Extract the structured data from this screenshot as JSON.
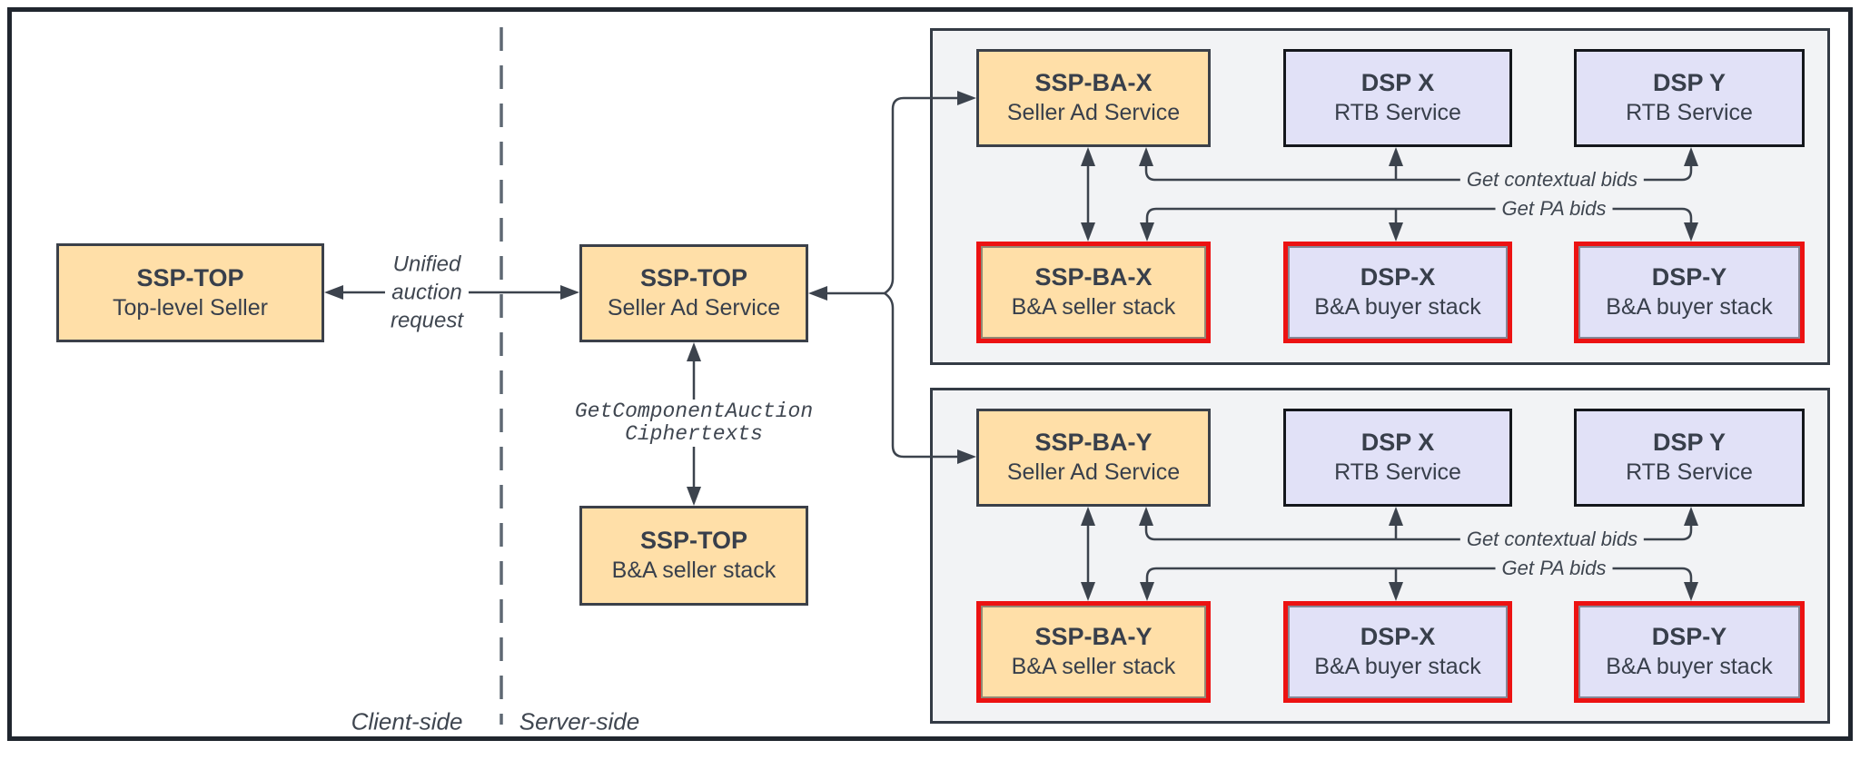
{
  "diagram": {
    "regions": {
      "client": "Client-side",
      "server": "Server-side"
    },
    "nodes": {
      "ssp_top_seller": {
        "title": "SSP-TOP",
        "subtitle": "Top-level Seller"
      },
      "ssp_top_ad_service": {
        "title": "SSP-TOP",
        "subtitle": "Seller Ad Service"
      },
      "ssp_top_ba_stack": {
        "title": "SSP-TOP",
        "subtitle": "B&A seller stack"
      }
    },
    "edge_labels": {
      "unified": {
        "line1": "Unified",
        "line2": "auction",
        "line3": "request"
      },
      "get_component_auction": {
        "line1": "GetComponentAuction",
        "line2": "Ciphertexts"
      }
    },
    "groups": [
      {
        "id": "ssp-ba-x",
        "nodes": [
          {
            "title": "SSP-BA-X",
            "subtitle": "Seller Ad Service"
          },
          {
            "title": "DSP X",
            "subtitle": "RTB Service"
          },
          {
            "title": "DSP Y",
            "subtitle": "RTB Service"
          },
          {
            "title": "SSP-BA-X",
            "subtitle": "B&A seller stack"
          },
          {
            "title": "DSP-X",
            "subtitle": "B&A buyer stack"
          },
          {
            "title": "DSP-Y",
            "subtitle": "B&A buyer stack"
          }
        ],
        "labels": {
          "contextual": "Get contextual bids",
          "pa": "Get PA bids"
        }
      },
      {
        "id": "ssp-ba-y",
        "nodes": [
          {
            "title": "SSP-BA-Y",
            "subtitle": "Seller Ad Service"
          },
          {
            "title": "DSP X",
            "subtitle": "RTB Service"
          },
          {
            "title": "DSP Y",
            "subtitle": "RTB Service"
          },
          {
            "title": "SSP-BA-Y",
            "subtitle": "B&A seller stack"
          },
          {
            "title": "DSP-X",
            "subtitle": "B&A buyer stack"
          },
          {
            "title": "DSP-Y",
            "subtitle": "B&A buyer stack"
          }
        ],
        "labels": {
          "contextual": "Get contextual bids",
          "pa": "Get PA bids"
        }
      }
    ],
    "colors": {
      "seller_fill": "#FFDFA8",
      "buyer_fill": "#E1E1F7",
      "tee_highlight_border": "#EC1212",
      "line": "#3C434D",
      "group_background": "#F2F3F5",
      "frame_border": "#20262E"
    }
  }
}
